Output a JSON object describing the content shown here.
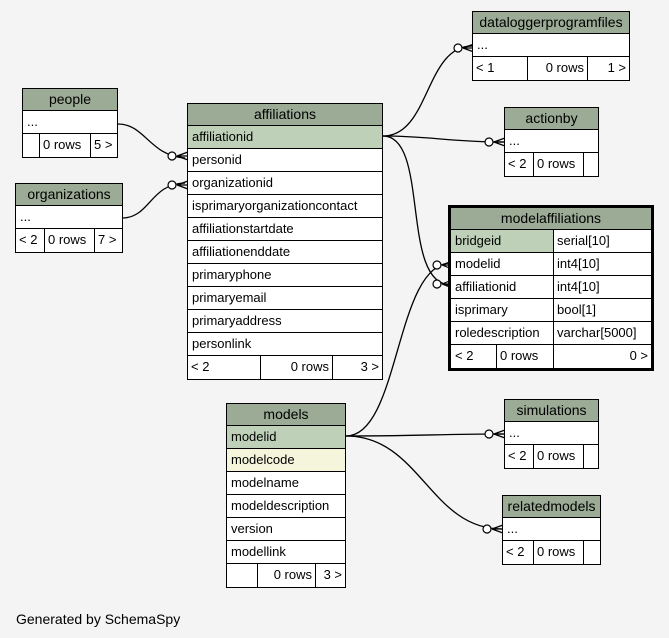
{
  "tables": {
    "dataloggerprogramfiles": {
      "title": "dataloggerprogramfiles",
      "row": "...",
      "footer": [
        "< 1",
        "0 rows",
        "1 >"
      ]
    },
    "people": {
      "title": "people",
      "row": "...",
      "footer": [
        "",
        "0 rows",
        "5 >"
      ]
    },
    "organizations": {
      "title": "organizations",
      "row": "...",
      "footer": [
        "< 2",
        "0 rows",
        "7 >"
      ]
    },
    "actionby": {
      "title": "actionby",
      "row": "...",
      "footer": [
        "< 2",
        "0 rows",
        ""
      ]
    },
    "affiliations": {
      "title": "affiliations",
      "columns": [
        "affiliationid",
        "personid",
        "organizationid",
        "isprimaryorganizationcontact",
        "affiliationstartdate",
        "affiliationenddate",
        "primaryphone",
        "primaryemail",
        "primaryaddress",
        "personlink"
      ],
      "footer": [
        "< 2",
        "0 rows",
        "3 >"
      ]
    },
    "modelaffiliations": {
      "title": "modelaffiliations",
      "columns": [
        {
          "name": "bridgeid",
          "type": "serial[10]"
        },
        {
          "name": "modelid",
          "type": "int4[10]"
        },
        {
          "name": "affiliationid",
          "type": "int4[10]"
        },
        {
          "name": "isprimary",
          "type": "bool[1]"
        },
        {
          "name": "roledescription",
          "type": "varchar[5000]"
        }
      ],
      "footer": [
        "< 2",
        "0 rows",
        "0 >"
      ]
    },
    "models": {
      "title": "models",
      "columns": [
        "modelid",
        "modelcode",
        "modelname",
        "modeldescription",
        "version",
        "modellink"
      ],
      "footer": [
        "",
        "0 rows",
        "3 >"
      ]
    },
    "simulations": {
      "title": "simulations",
      "row": "...",
      "footer": [
        "< 2",
        "0 rows",
        ""
      ]
    },
    "relatedmodels": {
      "title": "relatedmodels",
      "row": "...",
      "footer": [
        "< 2",
        "0 rows",
        ""
      ]
    }
  },
  "footer_text": "Generated by SchemaSpy",
  "colors": {
    "header": "#9bab96",
    "primary_key": "#bed1b8",
    "indexed": "#f5f5dc",
    "background": "#f4f4f4"
  }
}
